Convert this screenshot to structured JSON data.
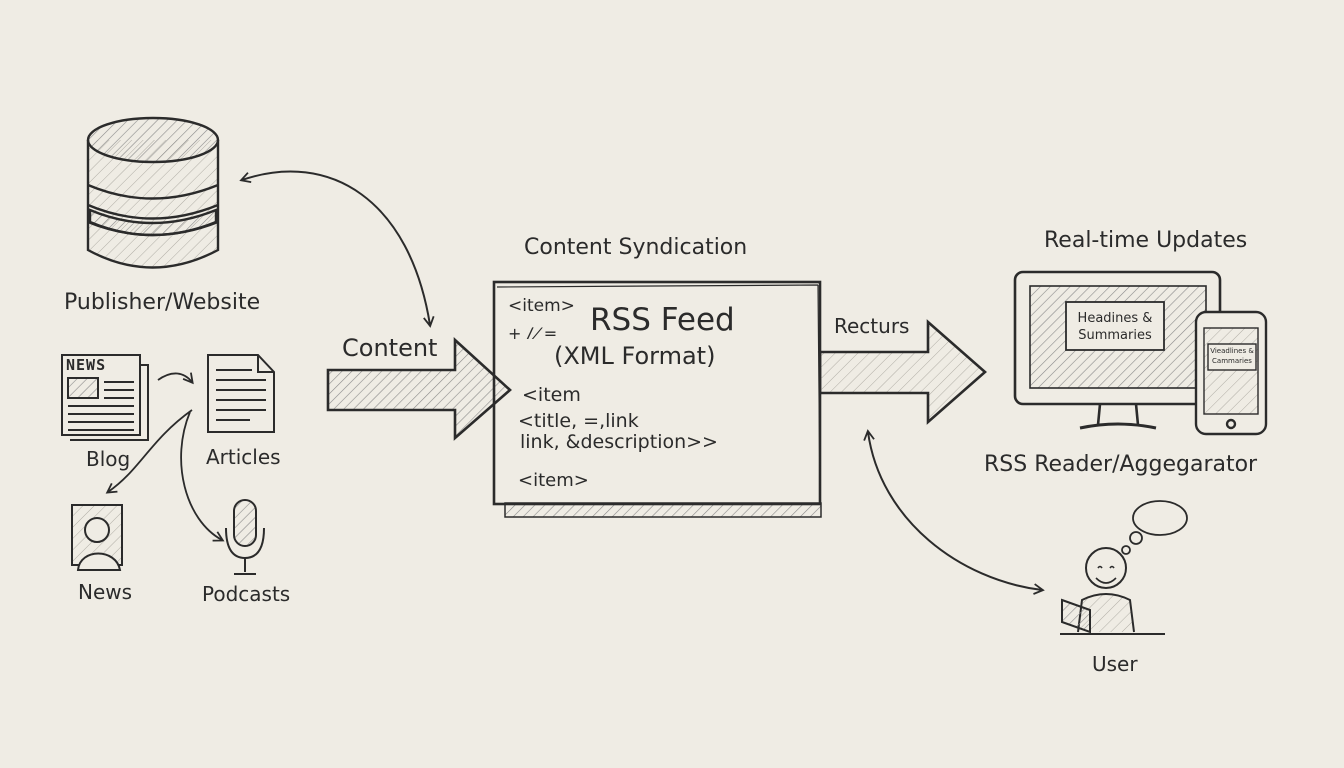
{
  "labels": {
    "publisher": "Publisher/Website",
    "blog": "Blog",
    "articles": "Articles",
    "news": "News",
    "podcasts": "Podcasts",
    "content": "Content",
    "content_syndication": "Content Syndication",
    "recturs": "Recturs",
    "realtime_updates": "Real-time Updates",
    "rss_reader": "RSS Reader/Aggegarator",
    "user": "User"
  },
  "newspaper_masthead": "NEWS",
  "feed": {
    "title_line1": "RSS Feed",
    "title_line2": "(XML Format)",
    "item_open": "<item>",
    "scribble": "+ 𝐼 ⁄ =",
    "item_partial": "<item",
    "title_link": "<title, =,link",
    "link_description": "link, &description>>",
    "item_close": "<item>"
  },
  "monitor_screen": {
    "line1": "Headines &",
    "line2": "Summaries"
  },
  "phone_screen": {
    "line1": "Vieadlines &",
    "line2": "Cammaries"
  },
  "colors": {
    "background": "#efece4",
    "ink": "#2b2b2b",
    "hatch": "#8a8a8a"
  }
}
